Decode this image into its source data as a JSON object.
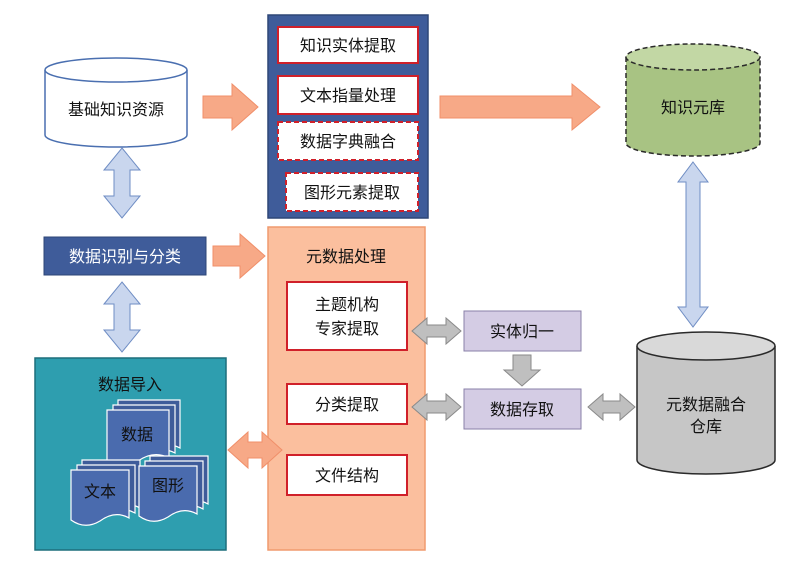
{
  "nodes": {
    "basic_resource": "基础知识资源",
    "extract_entity": "知识实体提取",
    "text_process": "文本指量处理",
    "dict_fusion": "数据字典融合",
    "graphic_extract": "图形元素提取",
    "knowledge_lib": "知识元库",
    "data_identify": "数据识别与分类",
    "meta_process": "元数据处理",
    "topic_line1": "主题机构",
    "topic_line2": "专家提取",
    "class_extract": "分类提取",
    "file_struct": "文件结构",
    "entity_unify": "实体归一",
    "data_store": "数据存取",
    "fusion_line1": "元数据融合",
    "fusion_line2": "仓库",
    "data_import": "数据导入",
    "doc_data": "数据",
    "doc_text": "文本",
    "doc_graphic": "图形"
  },
  "colors": {
    "dark_blue": "#3F5C9A",
    "orange_fill": "#FBBF9E",
    "orange_arrow": "#F7A987",
    "lavender": "#D4CCE4",
    "teal": "#2E9EAF",
    "green": "#A8C383",
    "gray": "#C6C6C6",
    "light_blue_arrow": "#C9D6EE",
    "red_border": "#D0202A"
  }
}
